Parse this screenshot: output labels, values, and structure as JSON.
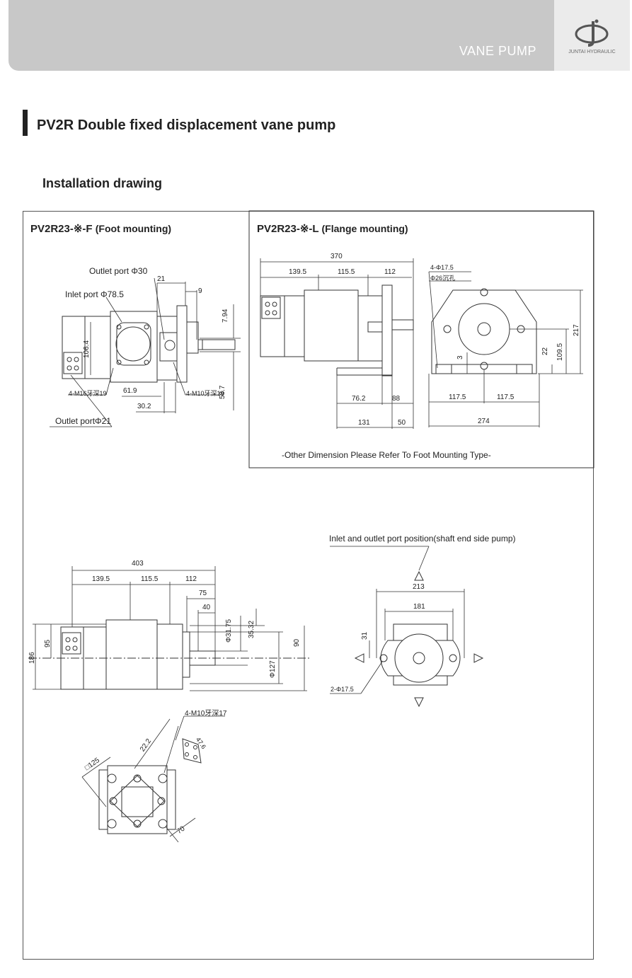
{
  "header": {
    "title": "VANE PUMP",
    "brand": "JUNTAI HYDRAULIC"
  },
  "section_title": "PV2R Double fixed displacement vane pump",
  "subtitle": "Installation drawing",
  "foot": {
    "title_main": "PV2R23-※-F ",
    "title_sub": "(Foot mounting)",
    "outlet_port_30": "Outlet port Φ30",
    "inlet_port": "Inlet port Φ78.5",
    "outlet_port_21": "Outlet portΦ21",
    "tap_m16": "4-M16牙深19",
    "tap_m10": "4-M10牙深19",
    "dims": {
      "d21": "21",
      "d9": "9",
      "d794": "7.94",
      "d1064": "106.4",
      "d587": "58.7",
      "d619": "61.9",
      "d302": "30.2"
    }
  },
  "flange": {
    "title_main": "PV2R23-※-L ",
    "title_sub": "(Flange mounting)",
    "holes": "4-Φ17.5",
    "counterbore": "Φ26沉孔",
    "dims": {
      "d370": "370",
      "d1395": "139.5",
      "d1155": "115.5",
      "d112": "112",
      "d762": "76.2",
      "d88": "88",
      "d131": "131",
      "d50": "50",
      "d3": "3",
      "d22": "22",
      "d1095": "109.5",
      "d217": "217",
      "d1175a": "117.5",
      "d1175b": "117.5",
      "d274": "274"
    },
    "note": "-Other Dimension Please Refer To Foot Mounting Type-"
  },
  "side": {
    "dims": {
      "d403": "403",
      "d1395": "139.5",
      "d1155": "115.5",
      "d112": "112",
      "d75": "75",
      "d40": "40",
      "d3175": "Φ31.75",
      "d3532": "35.32",
      "d90": "90",
      "d127": "Φ127",
      "d186": "186",
      "d95": "95"
    }
  },
  "port_view": {
    "caption": "Inlet and outlet port position(shaft end side pump)",
    "dims": {
      "d213": "213",
      "d181": "181",
      "d31": "31",
      "holes": "2-Φ17.5"
    }
  },
  "detail": {
    "tap": "4-M10牙深17",
    "dims": {
      "d222": "22.2",
      "d47": "47.6",
      "sq125": "□125",
      "d70": "70"
    }
  },
  "colors": {
    "header_bg": "#c8c8c8",
    "logo_bg": "#ebebeb",
    "line": "#333333",
    "frame": "#555555",
    "part_fill": "#ffffff"
  }
}
